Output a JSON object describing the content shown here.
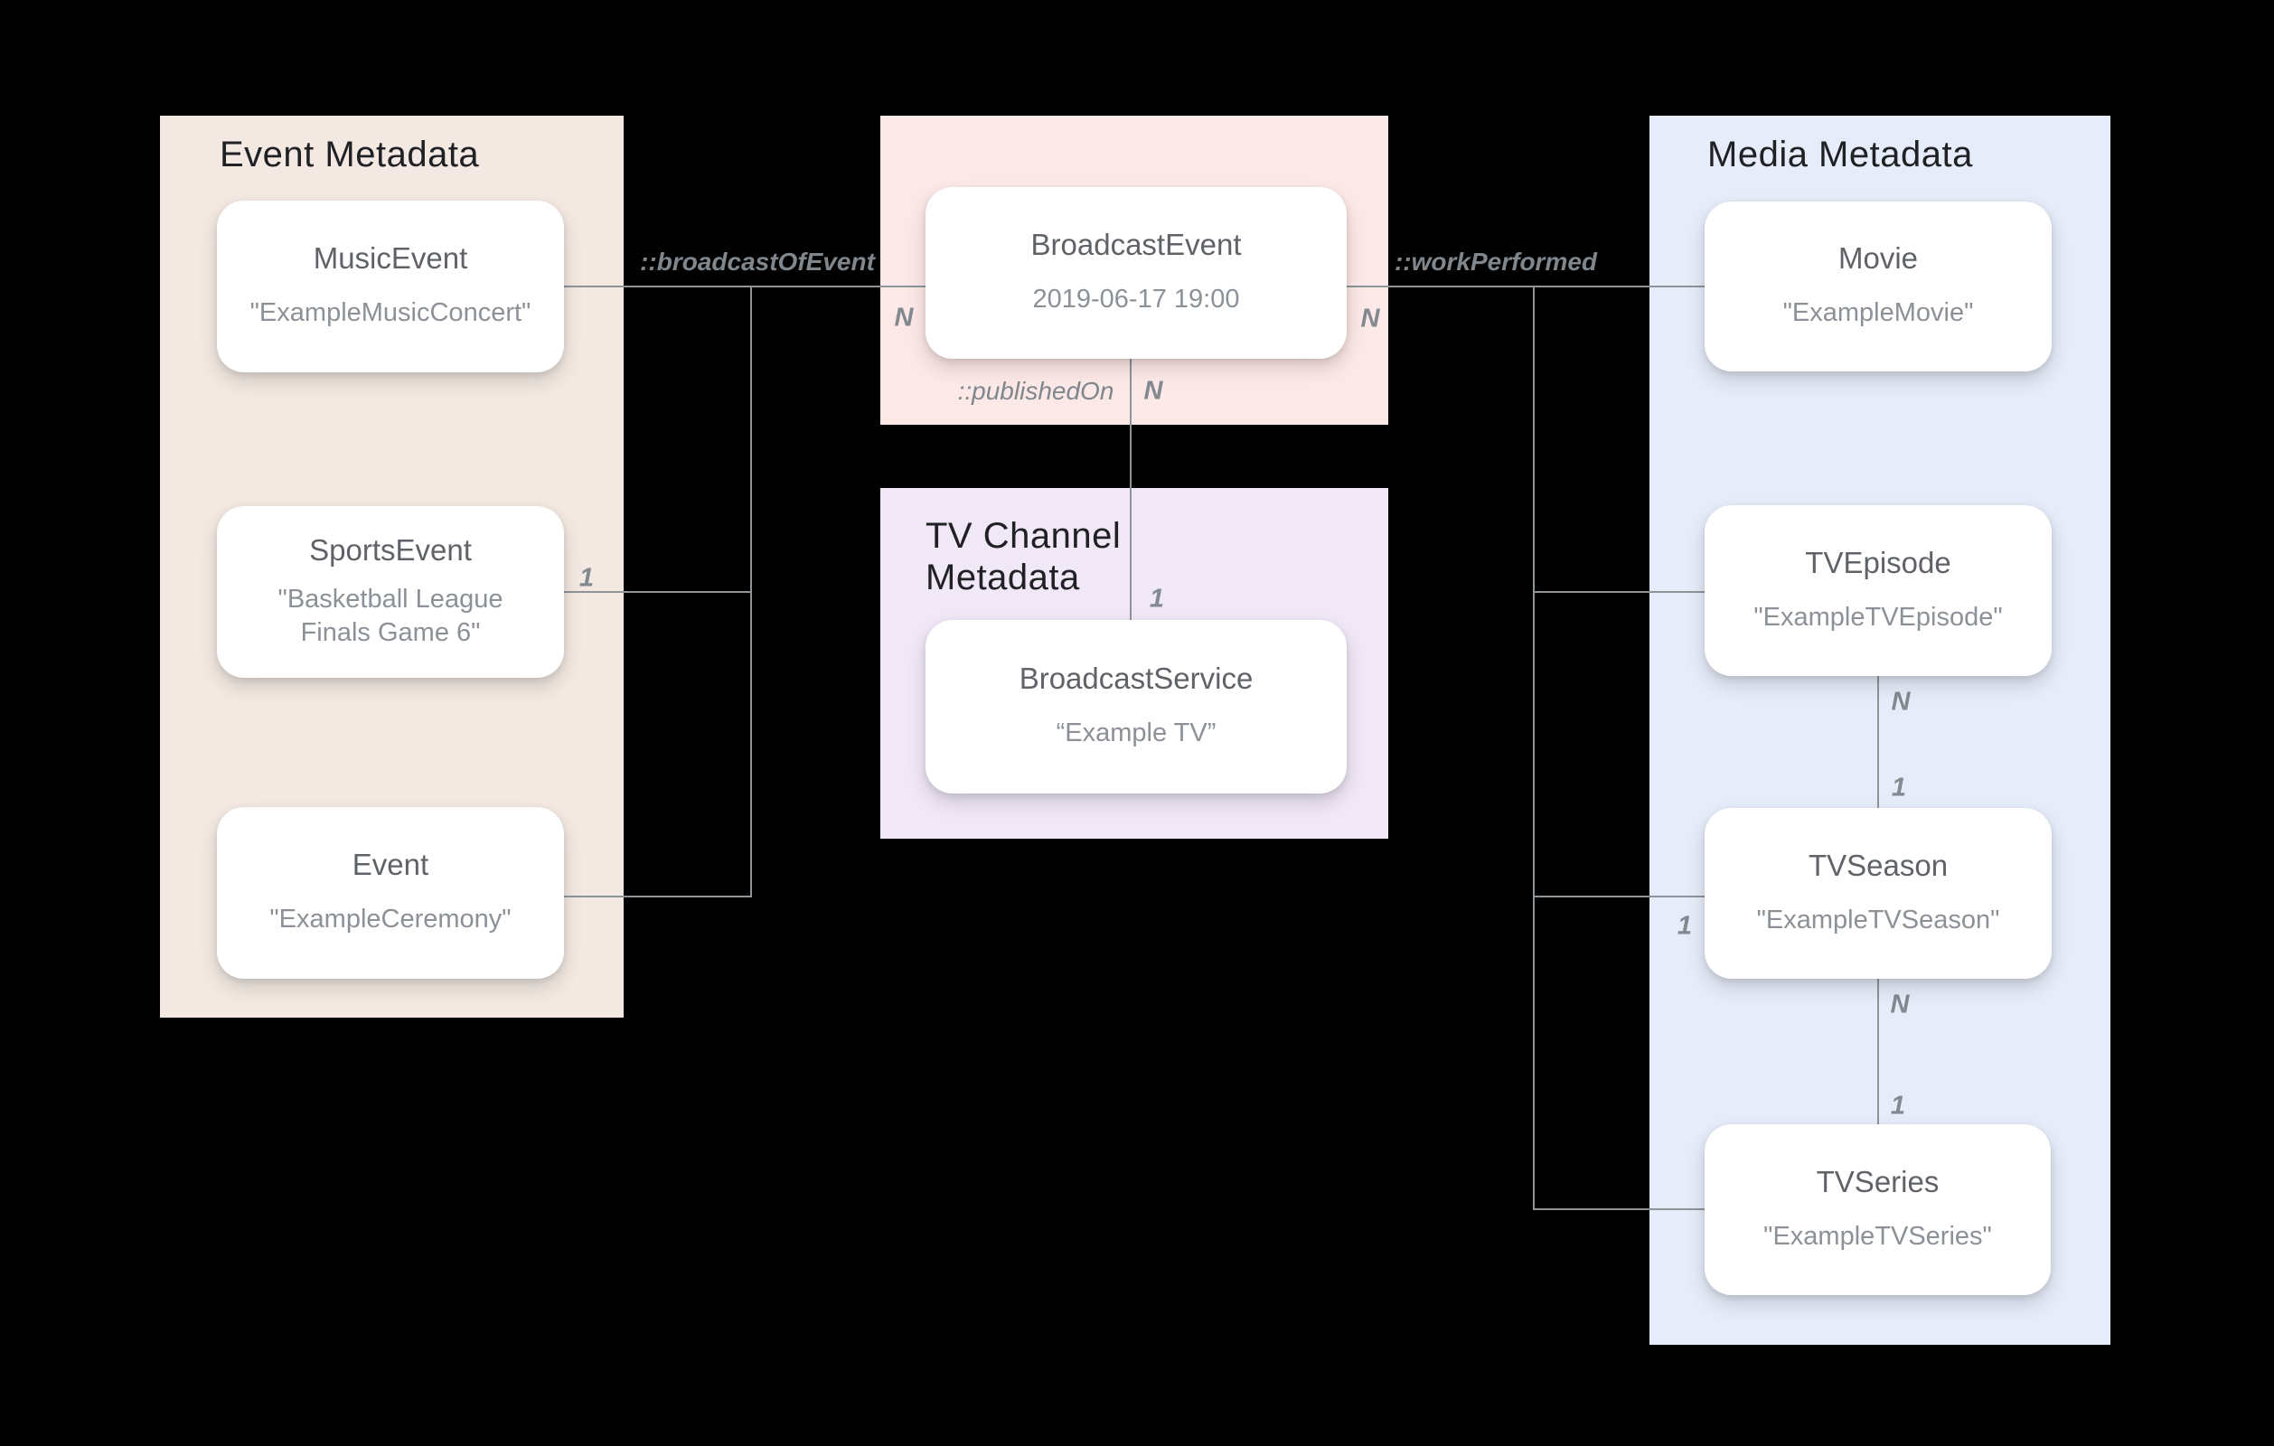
{
  "panels": {
    "event": {
      "title": "Event Metadata"
    },
    "tv_channel": {
      "title": "TV Channel Metadata"
    },
    "media": {
      "title": "Media Metadata"
    }
  },
  "nodes": {
    "music_event": {
      "name": "MusicEvent",
      "value": "\"ExampleMusicConcert\""
    },
    "sports_event": {
      "name": "SportsEvent",
      "value": "\"Basketball League Finals Game 6\""
    },
    "event": {
      "name": "Event",
      "value": "\"ExampleCeremony\""
    },
    "broadcast_event": {
      "name": "BroadcastEvent",
      "value": "2019-06-17 19:00"
    },
    "broadcast_service": {
      "name": "BroadcastService",
      "value": "“Example TV”"
    },
    "movie": {
      "name": "Movie",
      "value": "\"ExampleMovie\""
    },
    "tv_episode": {
      "name": "TVEpisode",
      "value": "\"ExampleTVEpisode\""
    },
    "tv_season": {
      "name": "TVSeason",
      "value": "\"ExampleTVSeason\""
    },
    "tv_series": {
      "name": "TVSeries",
      "value": "\"ExampleTVSeries\""
    }
  },
  "edges": {
    "broadcast_of_event": {
      "label": "::broadcastOfEvent"
    },
    "published_on": {
      "label": "::publishedOn"
    },
    "work_performed": {
      "label": "::workPerformed"
    }
  },
  "cardinalities": {
    "broadcast_left_n": "N",
    "broadcast_right_n": "N",
    "published_n": "N",
    "published_1": "1",
    "sports_1": "1",
    "season_left_1": "1",
    "episode_season_n": "N",
    "episode_season_1": "1",
    "season_series_n": "N",
    "season_series_1": "1"
  },
  "colors": {
    "background": "#000000",
    "event_panel": "#F3E9E2",
    "broadcast_panel": "#FCE8E6",
    "tv_channel_panel": "#F0E7F7",
    "media_panel": "#E6ECF9",
    "card_background": "#FFFFFF",
    "connector_line": "#8F9499",
    "node_name_text": "#5F6368",
    "node_value_text": "#8B9197",
    "panel_title_text": "#202124",
    "edge_label_text": "#7F868C"
  }
}
